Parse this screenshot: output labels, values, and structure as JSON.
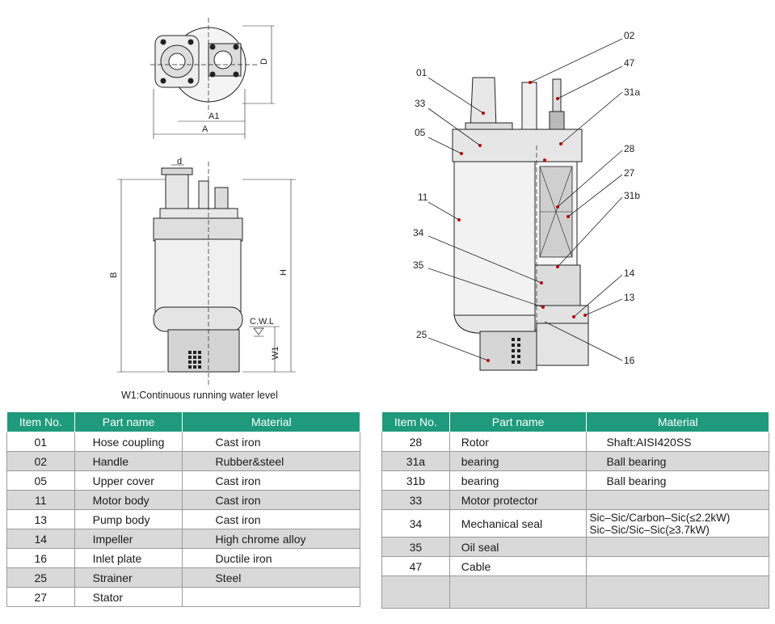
{
  "dimensions": {
    "d": "d",
    "a1": "A1",
    "a": "A",
    "d_right": "D",
    "b": "B",
    "h": "H",
    "w1": "W1",
    "cwl": "C.W.L"
  },
  "caption": "W1:Continuous running water level",
  "callouts": [
    "01",
    "33",
    "05",
    "11",
    "34",
    "35",
    "25",
    "02",
    "47",
    "31a",
    "28",
    "27",
    "31b",
    "14",
    "13",
    "16"
  ],
  "tables": {
    "headers": [
      "Item No.",
      "Part name",
      "Material"
    ],
    "left_rows": [
      {
        "no": "01",
        "name": "Hose coupling",
        "material": "Cast iron"
      },
      {
        "no": "02",
        "name": "Handle",
        "material": "Rubber&steel"
      },
      {
        "no": "05",
        "name": "Upper cover",
        "material": "Cast iron"
      },
      {
        "no": "11",
        "name": "Motor body",
        "material": "Cast iron"
      },
      {
        "no": "13",
        "name": "Pump body",
        "material": "Cast iron"
      },
      {
        "no": "14",
        "name": "Impeller",
        "material": "High chrome alloy"
      },
      {
        "no": "16",
        "name": "Inlet plate",
        "material": "Ductile iron"
      },
      {
        "no": "25",
        "name": "Strainer",
        "material": "Steel"
      },
      {
        "no": "27",
        "name": "Stator",
        "material": ""
      }
    ],
    "right_rows": [
      {
        "no": "28",
        "name": "Rotor",
        "material": "Shaft:AISI420SS"
      },
      {
        "no": "31a",
        "name": "bearing",
        "material": "Ball bearing"
      },
      {
        "no": "31b",
        "name": "bearing",
        "material": "Ball bearing"
      },
      {
        "no": "33",
        "name": "Motor protector",
        "material": ""
      },
      {
        "no": "34",
        "name": "Mechanical seal",
        "material_line1": "Sic–Sic/Carbon–Sic(≤2.2kW)",
        "material_line2": "Sic–Sic/Sic–Sic(≥3.7kW)"
      },
      {
        "no": "35",
        "name": "Oil seal",
        "material": ""
      },
      {
        "no": "47",
        "name": "Cable",
        "material": ""
      },
      {
        "no": "",
        "name": "",
        "material": ""
      }
    ]
  }
}
